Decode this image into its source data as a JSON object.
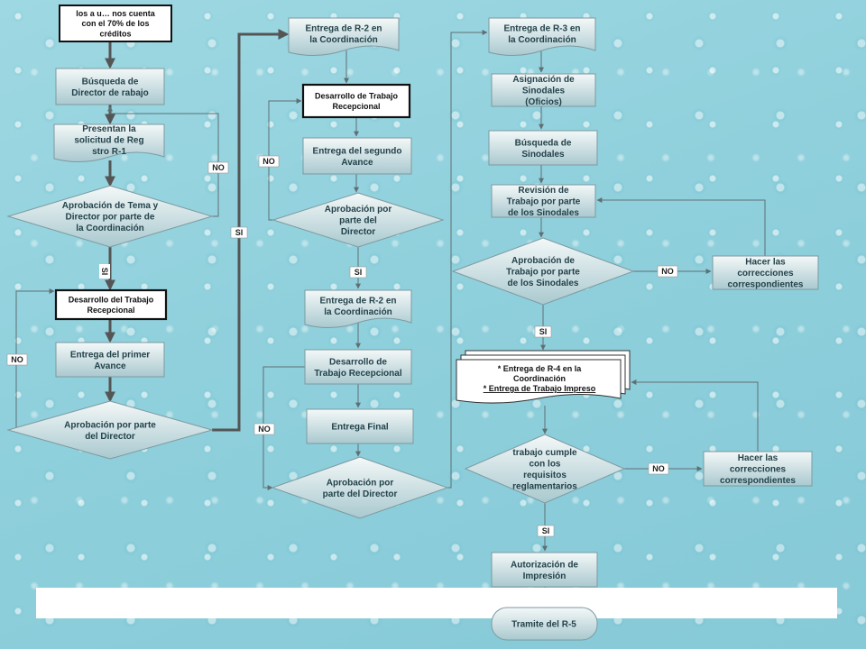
{
  "colors": {
    "box_top": "#f4f8f8",
    "box_bottom": "#a9c9cf",
    "border": "#7d9aa0",
    "line": "#5f6f73",
    "thick_line": "#555555",
    "text": "#23424a",
    "tag_bg": "#ffffff"
  },
  "nodes": {
    "start_note": "los a u… nos cuenta con el 70% de los créditos",
    "busqueda_director": "Búsqueda de Director de  rabajo",
    "presentan_solicitud": "Presentan la solicitud de Reg stro R-1",
    "aprob_tema": "Aprobación de Tema y Director por parte de la Coordinación",
    "desarrollo_1": "Desarrollo del Trabajo Recepcional",
    "entrega_primer": "Entrega del primer Avance",
    "aprob_director_1": "Aprobación por parte del Director",
    "entrega_r2_coord_a": "Entrega de R-2 en la Coordinación",
    "desarrollo_2": "Desarrollo de Trabajo Recepcional",
    "entrega_segundo": "Entrega del segundo Avance",
    "aprob_director_2": "Aprobación por parte del Director",
    "entrega_r2_coord_b": "Entrega de R-2 en la Coordinación",
    "desarrollo_3": "Desarrollo de Trabajo Recepcional",
    "entrega_final": "Entrega Final",
    "aprob_director_3": "Aprobación por parte del Director",
    "entrega_r3_coord": "Entrega de R-3 en la Coordinación",
    "asignacion_sinodales": "Asignación de Sinodales (Oficios)",
    "busqueda_sinodales": "Búsqueda de Sinodales",
    "revision_trabajo": "Revisión de Trabajo por parte de los Sinodales",
    "aprob_sinodales": "Aprobación de Trabajo por parte de los Sinodales",
    "hacer_correcciones_1": "Hacer las correcciones correspondientes",
    "entrega_r4_line1": "* Entrega de R-4 en la Coordinación",
    "entrega_r4_line2": "* Entrega de Trabajo Impreso",
    "trabajo_cumple": "trabajo cumple con los requisitos reglamentarios",
    "hacer_correcciones_2": "Hacer las correcciones correspondientes",
    "autorizacion": "Autorización de Impresión",
    "tramite_r5": "Tramite del R-5"
  },
  "tags": {
    "no_1": "NO",
    "si_1": "SI",
    "si_1b": "SI",
    "no_2": "NO",
    "no_3": "NO",
    "si_2": "SI",
    "no_4": "NO",
    "no_5": "NO",
    "si_3": "SI",
    "no_6": "NO",
    "si_4": "SI"
  }
}
